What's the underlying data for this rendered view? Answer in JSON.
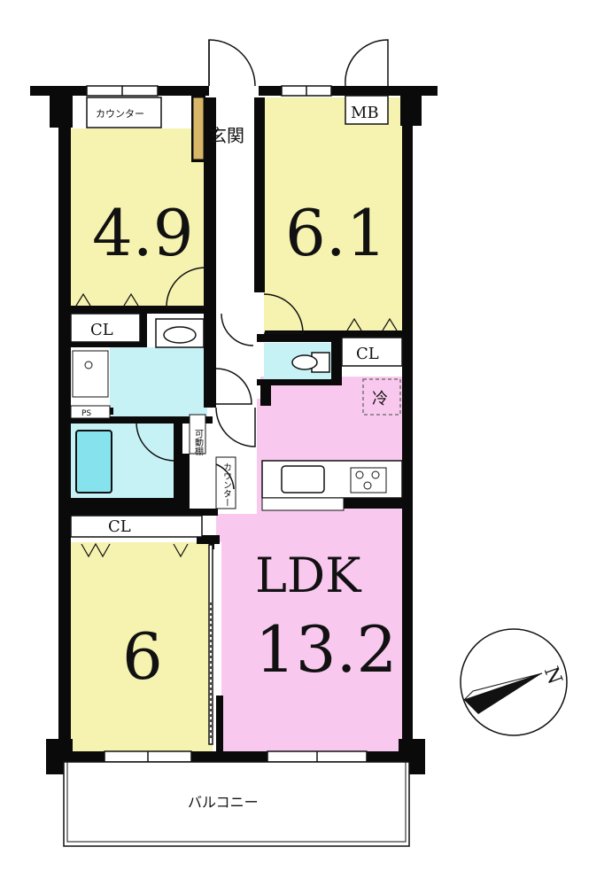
{
  "rooms": {
    "western_nw": {
      "size": "4.9"
    },
    "western_ne": {
      "size": "6.1"
    },
    "western_sw": {
      "size": "6"
    },
    "ldk": {
      "name": "LDK",
      "size": "13.2"
    }
  },
  "labels": {
    "entrance": "玄関",
    "counter_top": "カウンター",
    "mb": "MB",
    "closet": "CL",
    "ps": "PS",
    "movable_shelf": "可動棚",
    "counter_side": "カウンター",
    "fridge": "冷",
    "balcony": "バルコニー",
    "north": "N"
  },
  "colors": {
    "western_room": "#f6f3b0",
    "ldk": "#f9c8ee",
    "wet_area": "#c6f2f6",
    "wall": "#0a0a0a",
    "floor_white": "#ffffff"
  }
}
